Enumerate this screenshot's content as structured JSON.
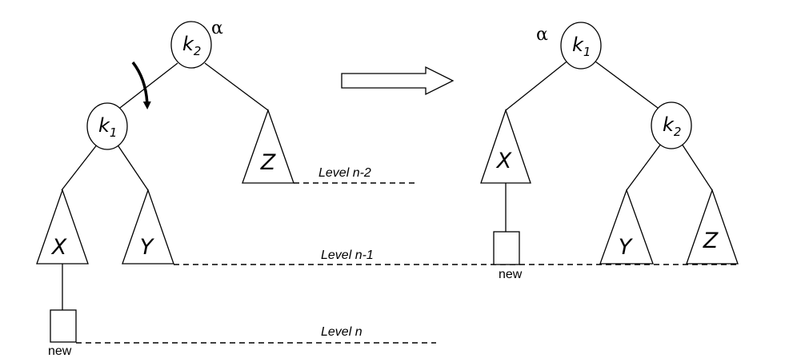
{
  "left": {
    "root": {
      "letter": "k",
      "sub": "2"
    },
    "child": {
      "letter": "k",
      "sub": "1"
    },
    "alpha": "α",
    "subtrees": [
      "X",
      "Y",
      "Z"
    ],
    "new_label": "new"
  },
  "right": {
    "root": {
      "letter": "k",
      "sub": "1"
    },
    "child": {
      "letter": "k",
      "sub": "2"
    },
    "alpha": "α",
    "subtrees": [
      "X",
      "Y",
      "Z"
    ],
    "new_label": "new"
  },
  "levels": [
    "Level n-2",
    "Level n-1",
    "Level n"
  ]
}
